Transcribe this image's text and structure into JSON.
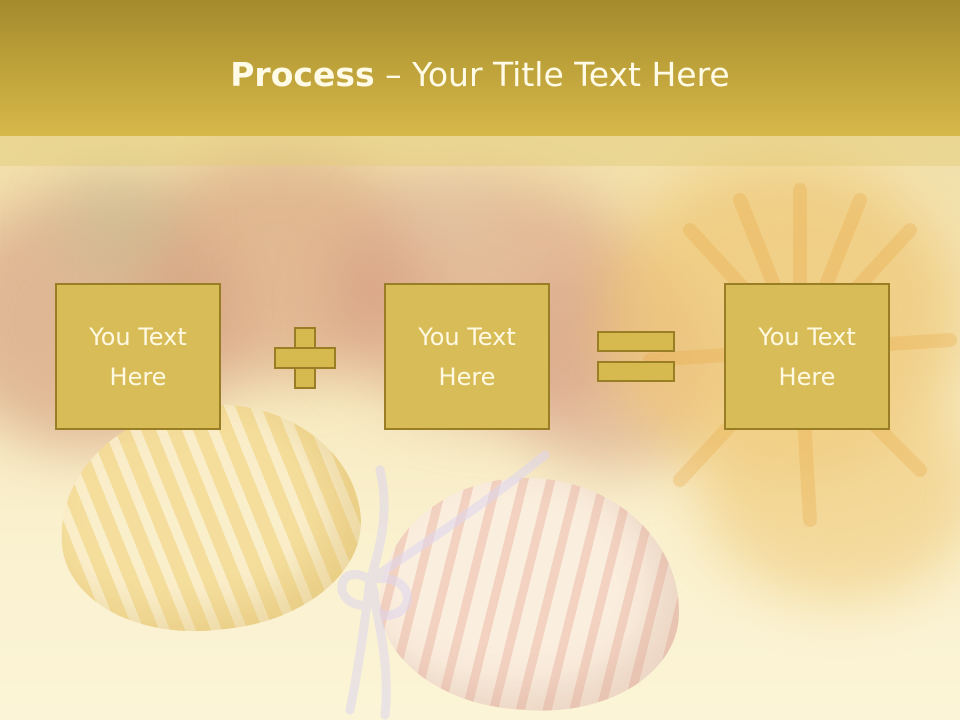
{
  "title": {
    "bold": "Process",
    "rest": " – Your Title Text Here"
  },
  "boxes": [
    {
      "line1": "You Text",
      "line2": "Here"
    },
    {
      "line1": "You Text",
      "line2": "Here"
    },
    {
      "line1": "You Text",
      "line2": "Here"
    }
  ],
  "operators": {
    "first": "plus-icon",
    "second": "equals-icon"
  },
  "colors": {
    "title_bar": "#bea23a",
    "box_fill": "#d7bc58",
    "box_border": "#9a7e25",
    "text": "#fff9e2"
  }
}
